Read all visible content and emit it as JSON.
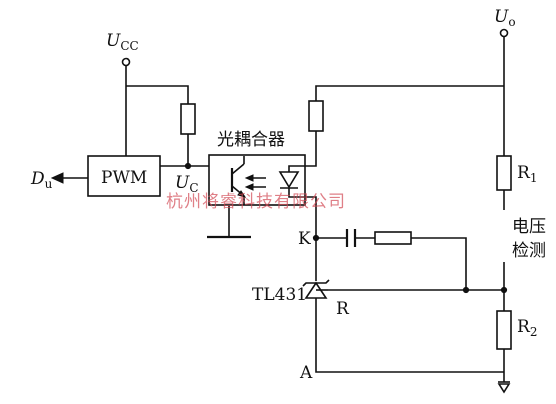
{
  "labels": {
    "ucc": "U",
    "ucc_sub": "CC",
    "uo": "U",
    "uo_sub": "o",
    "du": "D",
    "du_sub": "u",
    "pwm": "PWM",
    "uc": "U",
    "uc_sub": "C",
    "optocoupler": "光耦合器",
    "r1": "R",
    "r1_sub": "1",
    "r2": "R",
    "r2_sub": "2",
    "voltage_detect_line1": "电压",
    "voltage_detect_line2": "检测",
    "k": "K",
    "tl431": "TL431",
    "r": "R",
    "a": "A"
  },
  "watermark": "杭州将睿科技有限公司"
}
